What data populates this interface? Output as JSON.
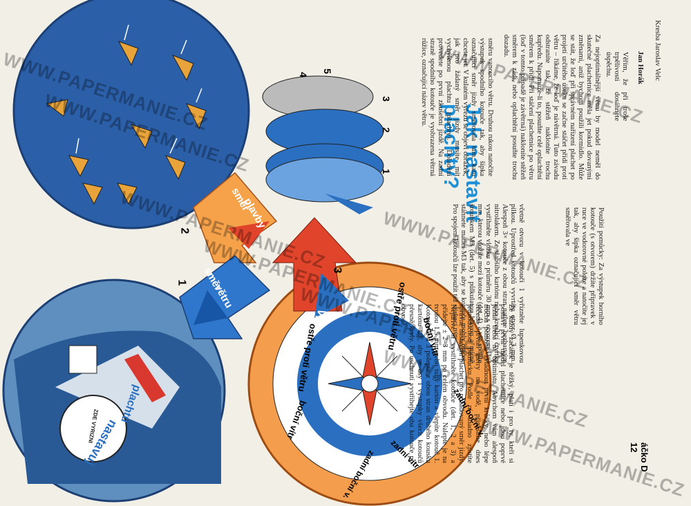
{
  "title": "Jak nastavit plachty?",
  "left_wheel": {
    "label_top": "nastavuj",
    "label_mid": "plachtu",
    "window_label": "ZDE VYRIZNI",
    "number": "1"
  },
  "top_wheel": {
    "arrow_label_1": "směr",
    "arrow_label_2": "plavby",
    "number": "2"
  },
  "wind_arrow": {
    "label_1": "směr",
    "label_2": "větru",
    "number": "1"
  },
  "bottom_wheel": {
    "number": "3",
    "wind_label": "VÍTR",
    "segments": [
      "ostře proti větru",
      "boční vítr",
      "zadní boční v.",
      "zadní vítr",
      "zadní boční v.",
      "boční vítr",
      "ostře proti větru"
    ]
  },
  "assembly_numbers": [
    "1",
    "2",
    "3",
    "4",
    "5"
  ],
  "text_columns": [
    "Že každý začátek je těžký, platí i pro ty, kteří si postaví první model plachetnice nebo jdou poprvé jezdit třeba na optimistu. Abychom vám alespoň trochu pomohli zvládnout první krůčky, nebo lépe řečeno první metry na vodě, přinášíme dnes jednoduchou pomůcku. Podle ní snadno zjistíte správné nastavení plachet pro požadovaný směr jízdy. Nejdříve si vystřihněte kotouče (det. 1, 2 a 3) a přidejte ± 2–3 mm po celém obvodu. Nalepte je na tvrdou 1,5 mm nebo tuhý kartón a vlepíte kotouč 1. Kotouče 2 a 3 polepte z obou stran druhého kousku kartónu tak, aby se osy i výstupky všech kotoučů přesně kryly. Po uschnutí vystřihejte oba kotouče po obvodě.",
    "včetně otvoru v kotouči 1 vyřízněte lupenkovou pilkou. Uprostřed kotoučů vyvrtáte otvor Ø 3 mm. Alespoň 3× kotouče z obou stran natřete bezbarvým nitrolakem. Ze slabšího kartónu nebo kreslicí čtvrtky vystřihněte vložku o průměru 30 mm s otvorem Ø 3 mm, kterou vložíte mezi kotouče (det. 4), a vše spojíte šroubkem M3 (det. 5) s půlkulatou hlavou a mírně stáhnete maticí M3 tak, aby se kotouče mohly otáčet. Pro spojení kotoučů lze použít též stiskací nýt.",
    "Použití pomůcky: Za výstupek horního kotouče (s otvorem) držíte připravek v ruce ve vodorovné poloze a natočíte jej tak, aby šipka označující směr větru směřovala ve",
    "směru vanoucího větru. Druhou rukou natočíte výstupek spodního kotouče tak, aby šipka označující směr jízdy směřovala tam, kam chcete jet. V kulatém výřezu se objeví obrázek, jak pro žádaný směr jízdy musíte mít vychýlenou plachtu (plachty). Doladění provedete po první zkušební jízdě. Na zadní straně spodního kotouče je vyobrazena větrná růžice, označující název větru.",
    "Za nejoptimálnější větru by model neměl do skutečné plachetnice měla jet pokud dovanými změnami, aniž bychom použili kormidlo. Může se stát, že loď při správném nařízení plachet po projetí určitého úseku se začne stáčet přídí proti větru – říkáme, že loď je návětrná. Tuto závadu odstraníte tak, že stěžeň nakloníte trochu kupředu. Napomůže-li to, posuňte celé oplachtění směrem k přídi. Při stáčení plachetnice po větru (loď v tomto případě je závětrná) nakloníte stěžeň směrem k zádi, nebo oplachtění posuňte trochu dozadu.",
    "Věřím, že při troše trpělivosti dosáhnete úspěchu."
  ],
  "credits": {
    "author": "Jan Horák",
    "drawing": "Kresba Jaroslav Velc"
  },
  "footer": "áčko D 12",
  "watermark": "WWW.PAPERMANIE.CZ"
}
